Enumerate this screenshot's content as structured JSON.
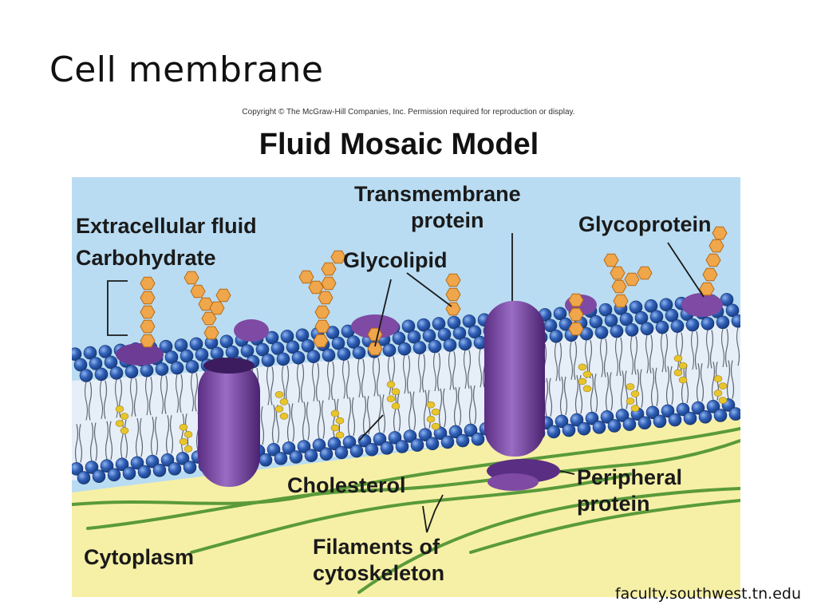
{
  "slide": {
    "title": "Cell membrane",
    "source": "faculty.southwest.tn.edu"
  },
  "figure": {
    "copyright": "Copyright © The McGraw-Hill Companies, Inc. Permission required for reproduction or display.",
    "title": "Fluid Mosaic Model",
    "labels": {
      "extracellular_fluid": "Extracellular fluid",
      "carbohydrate": "Carbohydrate",
      "glycolipid": "Glycolipid",
      "transmembrane_line1": "Transmembrane",
      "transmembrane_line2": "protein",
      "glycoprotein": "Glycoprotein",
      "cholesterol": "Cholesterol",
      "peripheral_line1": "Peripheral",
      "peripheral_line2": "protein",
      "filaments_line1": "Filaments of",
      "filaments_line2": "cytoskeleton",
      "cytoplasm": "Cytoplasm"
    }
  },
  "colors": {
    "extracellular": "#b9dcf2",
    "cytoplasm": "#f6f0a6",
    "phospholipid_head": "#2f5fb8",
    "phospholipid_tail": "#dfe8f4",
    "cholesterol": "#e8c52c",
    "protein": "#7e4aa3",
    "carbohydrate": "#f0a64a",
    "filament": "#5a9a3a"
  }
}
